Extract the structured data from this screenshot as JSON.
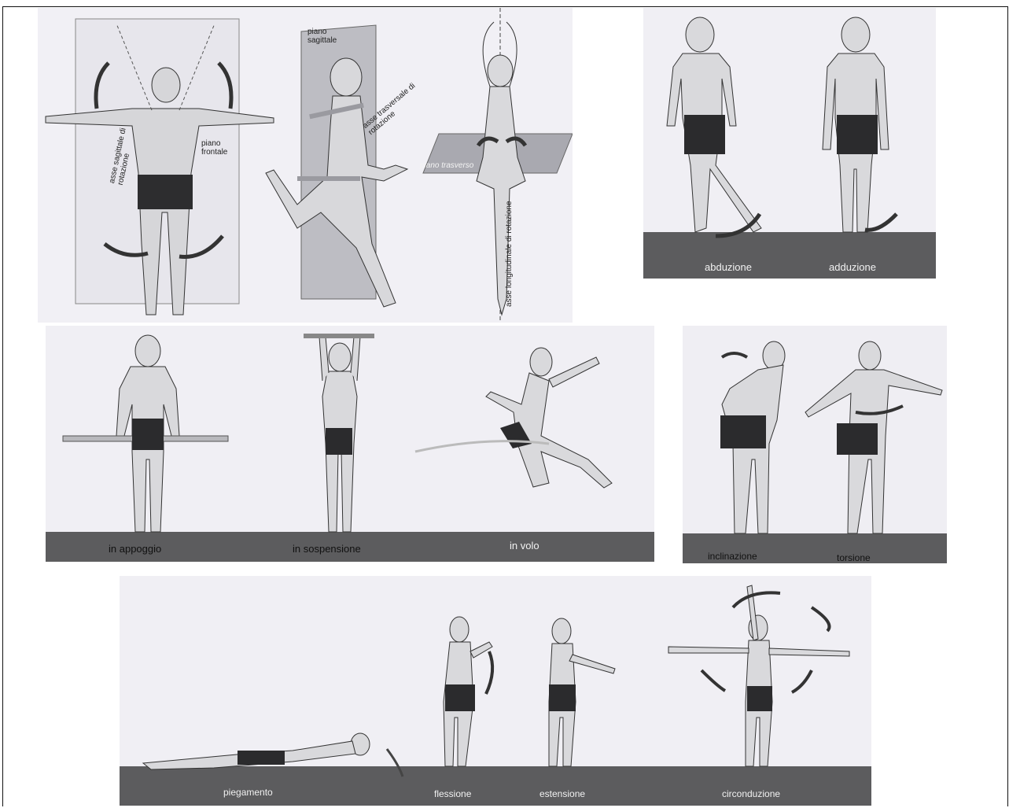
{
  "planes": {
    "sagittal_axis": "asse sagittale di rotazione",
    "frontal_plane": "piano frontale",
    "sagittal_plane": "piano sagittale",
    "transverse_axis": "asse trasversale di rotazione",
    "transverse_plane": "piano trasverso",
    "longitudinal_axis": "asse longitudinale di rotazione"
  },
  "movements": {
    "abduction": "abduzione",
    "adduction": "adduzione",
    "support": "in appoggio",
    "suspension": "in sospensione",
    "flight": "in volo",
    "inclination": "inclinazione",
    "torsion": "torsione",
    "bending": "piegamento",
    "flexion": "flessione",
    "extension": "estensione",
    "circumduction": "circonduzione"
  },
  "colors": {
    "ground": "#5c5c5e",
    "figure": "#d9d9dc",
    "shorts": "#2b2b2d",
    "arrow": "#3a3a3c",
    "panel_bg": "#eeedf3"
  }
}
